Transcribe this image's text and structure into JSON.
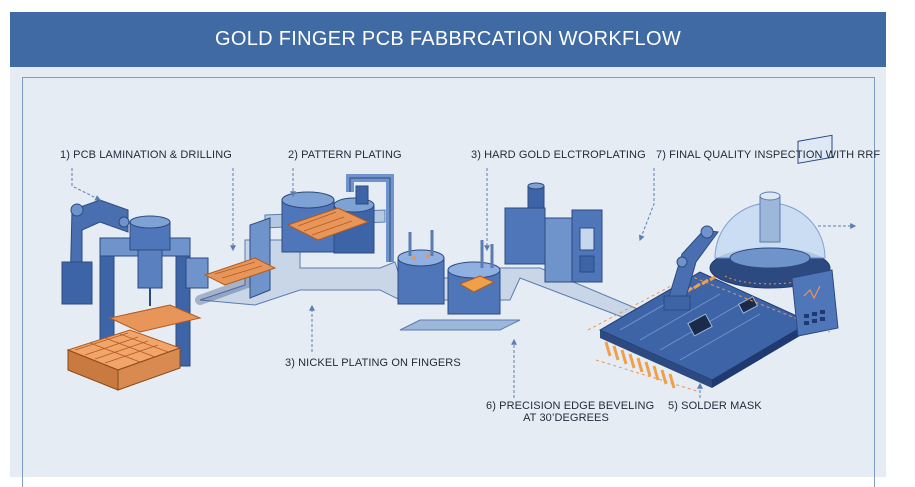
{
  "title": "GOLD FINGER PCB FABBRCATION WORKFLOW",
  "labels": {
    "step1": "1) PCB LAMINATION & DRILLING",
    "step2": "2) PATTERN PLATING",
    "step3_nickel": "3) NICKEL PLATING ON FINGERS",
    "step3_gold": "3) HARD GOLD ELCTROPLATING",
    "step5": "5) SOLDER MASK",
    "step6_line1": "6) PRECISION EDGE BEVELING",
    "step6_line2": "AT 30’DEGREES",
    "step7": "7) FINAL QUALITY INSPECTION WITH RRF"
  },
  "colors": {
    "banner": "#3f6aa3",
    "panel": "#e6ecf3",
    "machine_blue": "#3e64a8",
    "machine_light": "#6f94cc",
    "pcb_orange": "#e8955a",
    "gold": "#f0a04a",
    "arrow": "#5b7fb3"
  }
}
